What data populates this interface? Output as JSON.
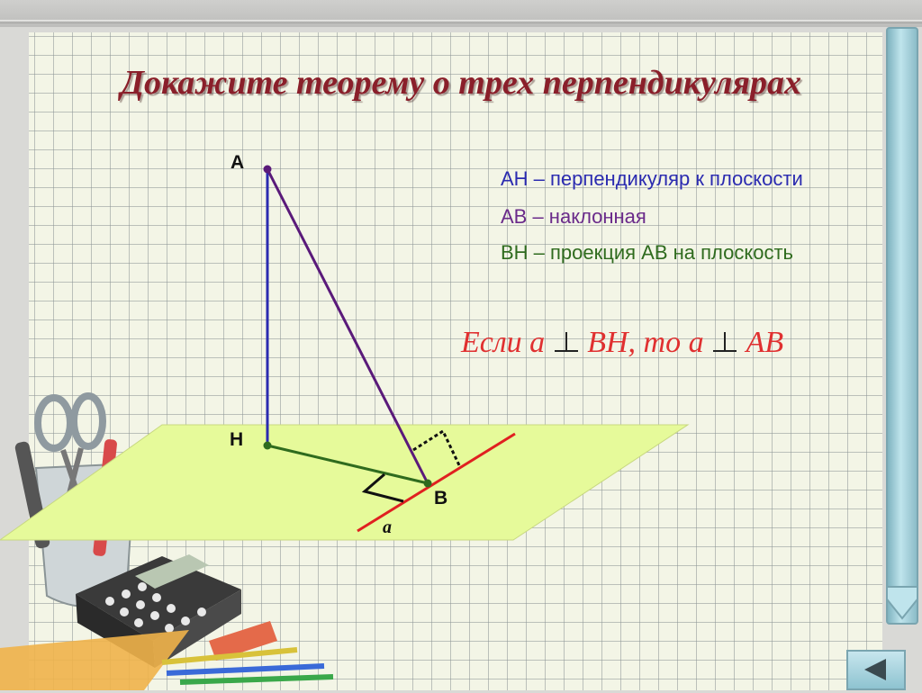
{
  "title": "Докажите теорему о трех перпендикулярах",
  "labels": {
    "point_a": "А",
    "point_h": "Н",
    "point_b": "В",
    "line_a": "а"
  },
  "definitions": [
    {
      "text": "АН – перпендикуляр к плоскости",
      "color": "#2b2bb0"
    },
    {
      "text": "АВ – наклонная",
      "color": "#6a2a8a"
    },
    {
      "text": "ВН – проекция АВ на плоскость",
      "color": "#2f6b1e"
    }
  ],
  "condition": {
    "part1": "Если а",
    "part2": "ВН, то а",
    "part3": "АВ"
  },
  "colors": {
    "title": "#8a1f2a",
    "plane": "#e6fa9a",
    "perpendicular_ah": "#2b2bb0",
    "inclined_ab": "#5a1a7a",
    "projection_bh": "#2f6b1e",
    "line_a": "#e02020",
    "condition": "#e03030"
  },
  "icons": {
    "side_bar": "vertical-arrow-bar",
    "nav": "back-triangle-icon"
  }
}
